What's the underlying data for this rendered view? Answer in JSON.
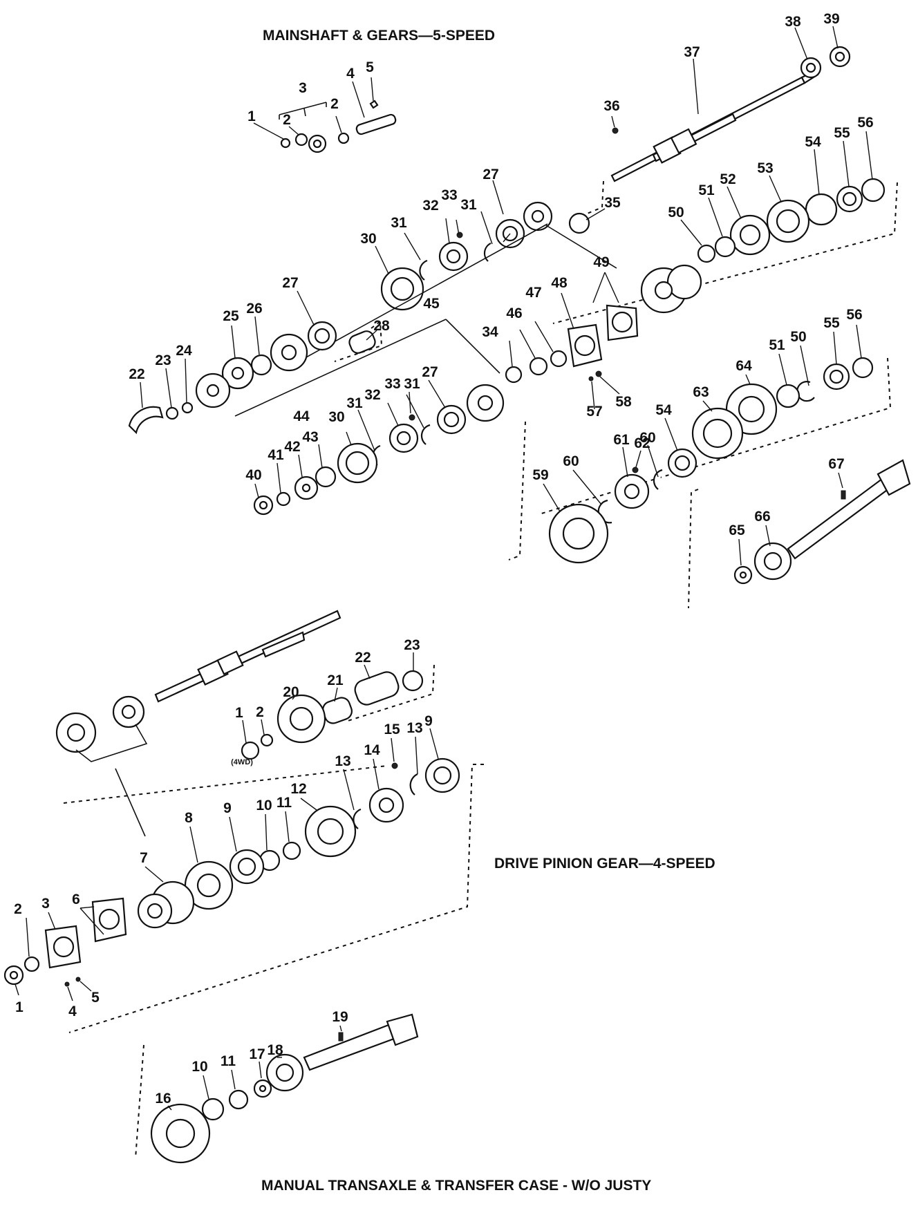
{
  "titles": {
    "top": "MAINSHAFT & GEARS—5-SPEED",
    "middle": "DRIVE PINION GEAR—4-SPEED",
    "bottom": "MANUAL TRANSAXLE & TRANSFER CASE - W/O JUSTY"
  },
  "labels": {
    "t1": "1",
    "t2a": "2",
    "t3": "3",
    "t2b": "2",
    "t4": "4",
    "t5": "5",
    "t36": "36",
    "t37": "37",
    "t38": "38",
    "t39": "39",
    "t35": "35",
    "t27a": "27",
    "t31a": "31",
    "t33a": "33",
    "t32a": "32",
    "t31b": "31",
    "t30a": "30",
    "t56a": "56",
    "t55a": "55",
    "t54a": "54",
    "t53": "53",
    "t52": "52",
    "t51a": "51",
    "t50a": "50",
    "t49": "49",
    "t48": "48",
    "t47": "47",
    "t46": "46",
    "t34": "34",
    "t45": "45",
    "t27b": "27",
    "t28": "28",
    "t26": "26",
    "t25": "25",
    "t24": "24",
    "t23": "23",
    "t22": "22",
    "t44": "44",
    "t33b": "33",
    "t27c": "27",
    "t31c": "31",
    "t32b": "32",
    "t31d": "31",
    "t57": "57",
    "t58": "58",
    "t56b": "56",
    "t55b": "55",
    "t50b": "50",
    "t51b": "51",
    "t64": "64",
    "t63": "63",
    "t54b": "54",
    "t60a": "60",
    "t62": "62",
    "t61": "61",
    "t60b": "60",
    "t59": "59",
    "t43": "43",
    "t42": "42",
    "t41": "41",
    "t40": "40",
    "t30b": "30",
    "t67": "67",
    "t66": "66",
    "t65": "65",
    "b1": "1",
    "b2": "2",
    "b4wd": "(4WD)",
    "b20": "20",
    "b21": "21",
    "b22": "22",
    "b23": "23",
    "b15": "15",
    "b13a": "13",
    "b9a": "9",
    "b14": "14",
    "b13b": "13",
    "b12": "12",
    "b11a": "11",
    "b10a": "10",
    "b9b": "9",
    "b8": "8",
    "b7": "7",
    "b6": "6",
    "b3": "3",
    "b2b": "2",
    "b1b": "1",
    "b4": "4",
    "b5": "5",
    "b19": "19",
    "b18": "18",
    "b17": "17",
    "b11b": "11",
    "b10b": "10",
    "b16": "16"
  }
}
